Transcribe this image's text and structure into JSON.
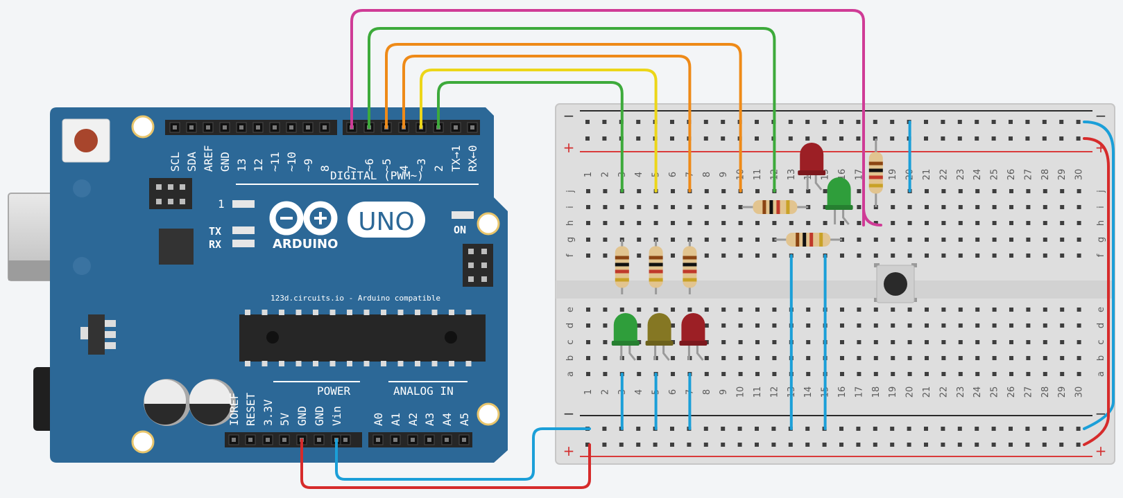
{
  "arduino": {
    "logo_text": "ARDUINO",
    "model": "UNO",
    "compat": "123d.circuits.io - Arduino compatible",
    "led_l": "1",
    "led_tx": "TX",
    "led_rx": "RX",
    "led_on": "ON",
    "digital_label": "DIGITAL (PWM~)",
    "power_label": "POWER",
    "analog_label": "ANALOG IN",
    "top_pins": [
      "SCL",
      "SDA",
      "AREF",
      "GND",
      "13",
      "12",
      "~11",
      "~10",
      "~9",
      "8",
      "7",
      "~6",
      "~5",
      "4",
      "~3",
      "2",
      "TX→1",
      "RX←0"
    ],
    "power_pins": [
      "IOREF",
      "RESET",
      "3.3V",
      "5V",
      "GND",
      "GND",
      "Vin"
    ],
    "analog_pins": [
      "A0",
      "A1",
      "A2",
      "A3",
      "A4",
      "A5"
    ]
  },
  "breadboard": {
    "columns": [
      "1",
      "2",
      "3",
      "4",
      "5",
      "6",
      "7",
      "8",
      "9",
      "10",
      "11",
      "12",
      "13",
      "14",
      "15",
      "16",
      "17",
      "18",
      "19",
      "20",
      "21",
      "22",
      "23",
      "24",
      "25",
      "26",
      "27",
      "28",
      "29",
      "30"
    ],
    "rows_top": [
      "j",
      "i",
      "h",
      "g",
      "f"
    ],
    "rows_bottom": [
      "e",
      "d",
      "c",
      "b",
      "a"
    ],
    "rail_minus": "−",
    "rail_plus": "+"
  },
  "colors": {
    "board": "#2c6897",
    "magenta_wire": "#cf3b96",
    "green_wire": "#3daa3b",
    "orange_wire": "#ee8a18",
    "yellow_wire": "#ecd619",
    "blue_wire": "#1b9fd8",
    "red_wire": "#d62b2b"
  }
}
